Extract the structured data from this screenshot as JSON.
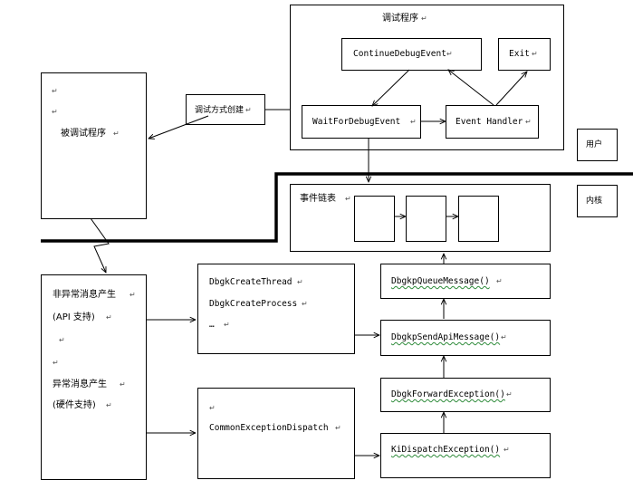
{
  "debugger": {
    "title": "调试程序"
  },
  "debuggee": {
    "label": "被调试程序"
  },
  "create_label": "调试方式创建",
  "user_mode": "用户",
  "kernel_mode": "内核",
  "funcs": {
    "continue_debug_event": "ContinueDebugEvent",
    "exit": "Exit",
    "wait_for_debug_event": "WaitForDebugEvent",
    "event_handler": "Event Handler",
    "dbgk_create_thread": "DbgkCreateThread",
    "dbgk_create_process": "DbgkCreateProcess",
    "ellipsis": "…",
    "common_exception_dispatch": "CommonExceptionDispatch",
    "dbgkp_queue_message": "DbgkpQueueMessage()",
    "dbgkp_send_api_message": "DbgkpSendApiMessage()",
    "dbgk_forward_exception": "DbgkForwardException()",
    "ki_dispatch_exception": "KiDispatchException()"
  },
  "event_list": {
    "label": "事件链表"
  },
  "sources": {
    "non_exception": "非异常消息产生",
    "api_support": "(API 支持)",
    "exception": "异常消息产生",
    "hardware_support": "(硬件支持)"
  },
  "pilcrow": "↵",
  "colors": {
    "line": "#000000",
    "underline": "#2e8b3a",
    "background": "#ffffff"
  }
}
